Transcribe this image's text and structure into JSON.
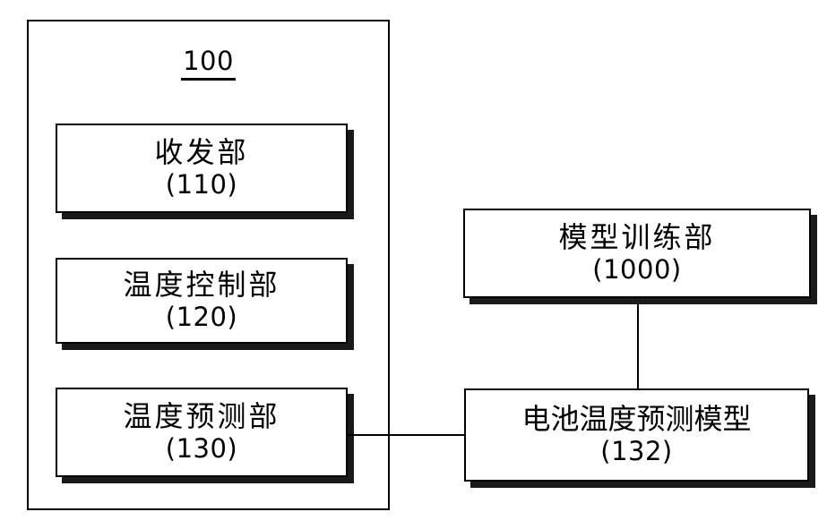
{
  "figure": {
    "type": "patent-block-diagram",
    "system": {
      "ref": "100",
      "modules": [
        {
          "id": "110",
          "title": "收发部",
          "ref": "(110)"
        },
        {
          "id": "120",
          "title": "温度控制部",
          "ref": "(120)"
        },
        {
          "id": "130",
          "title": "温度预测部",
          "ref": "(130)"
        }
      ]
    },
    "external": [
      {
        "id": "1000",
        "title": "模型训练部",
        "ref": "(1000)"
      },
      {
        "id": "132",
        "title": "电池温度预测模型",
        "ref": "(132)"
      }
    ],
    "connections": [
      {
        "from": "130",
        "to": "132",
        "style": "horizontal-line"
      },
      {
        "from": "1000",
        "to": "132",
        "style": "vertical-line"
      }
    ],
    "colors": {
      "stroke": "#000000",
      "shadow": "#1a1a1a",
      "background": "#ffffff"
    }
  }
}
